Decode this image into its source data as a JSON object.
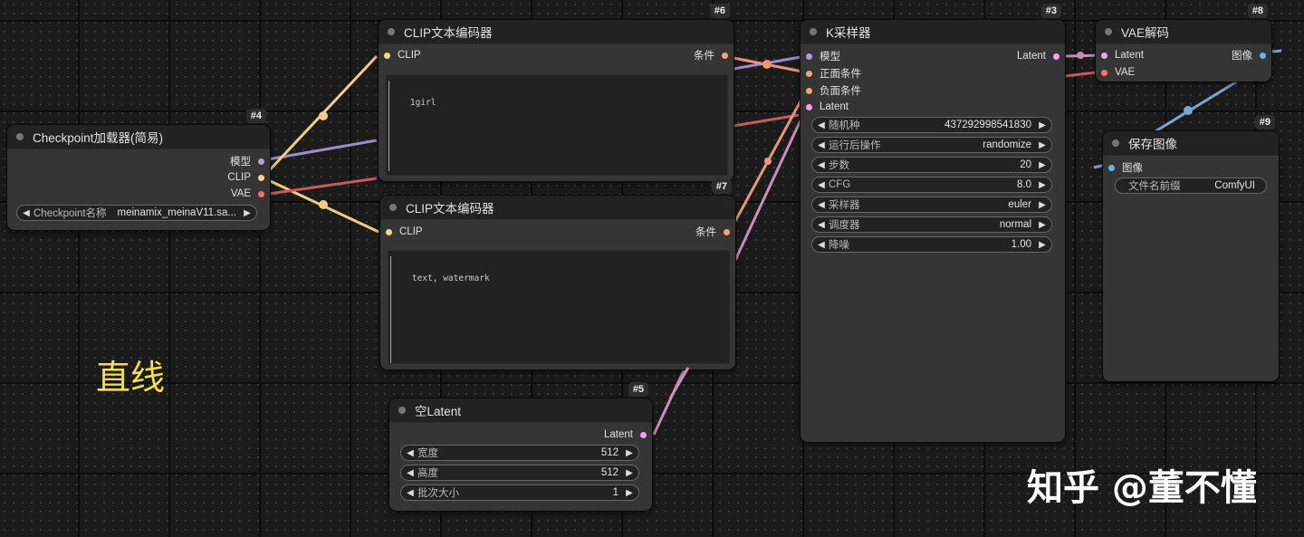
{
  "colors": {
    "model": "#b39ddb",
    "clip": "#ffd580",
    "vae": "#ff6e6e",
    "conditioning": "#ffa07a",
    "latent": "#ff9cf9",
    "image": "#64b5f6",
    "annotation": "#f6e04a"
  },
  "annotation": "直线",
  "watermark": "知乎 @董不懂",
  "nodes": {
    "checkpoint": {
      "id": "#4",
      "title": "Checkpoint加载器(简易)",
      "outputs": [
        "模型",
        "CLIP",
        "VAE"
      ],
      "widget": {
        "label": "Checkpoint名称",
        "value": "meinamix_meinaV11.sa..."
      }
    },
    "clip_pos": {
      "id": "#6",
      "title": "CLIP文本编码器",
      "input": "CLIP",
      "output": "条件",
      "text": "1girl"
    },
    "clip_neg": {
      "id": "#7",
      "title": "CLIP文本编码器",
      "input": "CLIP",
      "output": "条件",
      "text": "text, watermark"
    },
    "empty_latent": {
      "id": "#5",
      "title": "空Latent",
      "output": "Latent",
      "widgets": [
        {
          "label": "宽度",
          "value": "512"
        },
        {
          "label": "高度",
          "value": "512"
        },
        {
          "label": "批次大小",
          "value": "1"
        }
      ]
    },
    "ksampler": {
      "id": "#3",
      "title": "K采样器",
      "inputs": [
        "模型",
        "正面条件",
        "负面条件",
        "Latent"
      ],
      "output": "Latent",
      "widgets": [
        {
          "label": "随机种",
          "value": "437292998541830"
        },
        {
          "label": "运行后操作",
          "value": "randomize"
        },
        {
          "label": "步数",
          "value": "20"
        },
        {
          "label": "CFG",
          "value": "8.0"
        },
        {
          "label": "采样器",
          "value": "euler"
        },
        {
          "label": "调度器",
          "value": "normal"
        },
        {
          "label": "降噪",
          "value": "1.00"
        }
      ]
    },
    "vae_decode": {
      "id": "#8",
      "title": "VAE解码",
      "inputs": [
        "Latent",
        "VAE"
      ],
      "output": "图像"
    },
    "save_image": {
      "id": "#9",
      "title": "保存图像",
      "input": "图像",
      "widget": {
        "label": "文件名前缀",
        "value": "ComfyUI"
      }
    }
  }
}
